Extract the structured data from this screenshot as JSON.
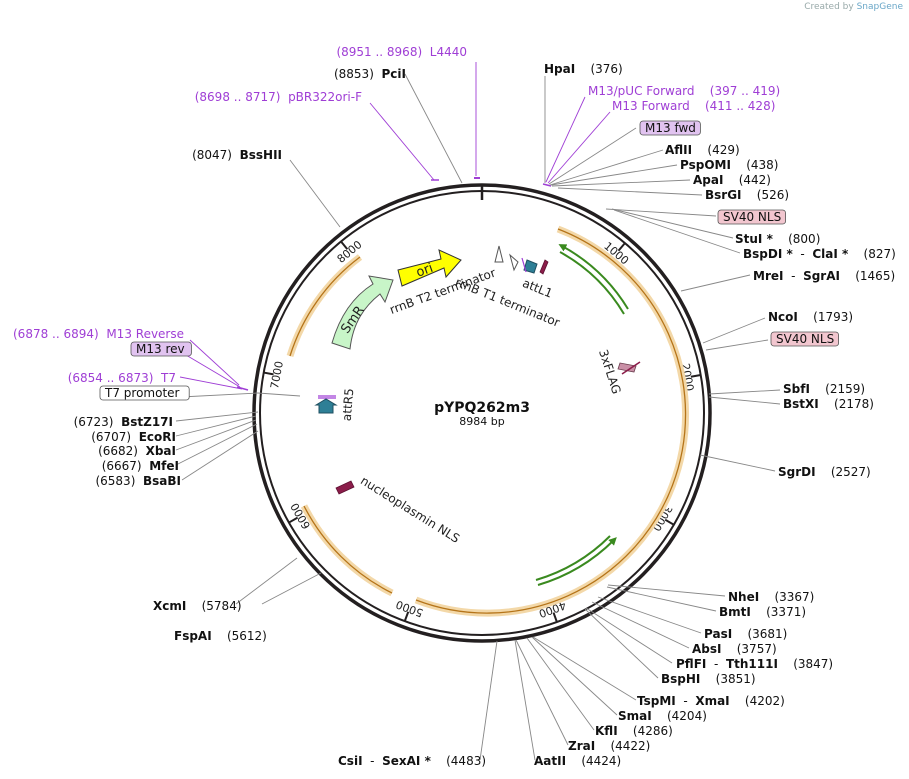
{
  "credit": {
    "prefix": "Created by",
    "brand": "SnapGene"
  },
  "plasmid": {
    "name": "pYPQ262m3",
    "length": "8984 bp"
  },
  "ruler": [
    "1000",
    "2000",
    "3000",
    "4000",
    "5000",
    "6000",
    "7000",
    "8000"
  ],
  "features": {
    "ori": "ori",
    "smr": "SmR",
    "rrnb_t2": "rrnB T2 terminator",
    "rrnb_t1": "rrnB T1 terminator",
    "attl1": "attL1",
    "attr5": "attR5",
    "flag": "3xFLAG",
    "nucleoplasmin": "nucleoplasmin NLS"
  },
  "labels": {
    "l4440": {
      "name": "L4440",
      "pos": "(8951 .. 8968)"
    },
    "pcii": {
      "name": "PciI",
      "pos": "(8853)"
    },
    "pbr": {
      "name": "pBR322ori-F",
      "pos": "(8698 .. 8717)"
    },
    "bsshii": {
      "name": "BssHII",
      "pos": "(8047)"
    },
    "hpai": {
      "name": "HpaI",
      "pos": "(376)"
    },
    "m13puc": {
      "name": "M13/pUC Forward",
      "pos": "(397 .. 419)"
    },
    "m13fwd_primer": {
      "name": "M13 Forward",
      "pos": "(411 .. 428)"
    },
    "m13fwd_box": {
      "name": "M13 fwd"
    },
    "aflii": {
      "name": "AflII",
      "pos": "(429)"
    },
    "pspomi": {
      "name": "PspOMI",
      "pos": "(438)"
    },
    "apai": {
      "name": "ApaI",
      "pos": "(442)"
    },
    "bsrgi": {
      "name": "BsrGI",
      "pos": "(526)"
    },
    "sv40a": {
      "name": "SV40 NLS"
    },
    "stui": {
      "name": "StuI *",
      "pos": "(800)"
    },
    "bspdi": {
      "name": "BspDI *",
      "sep": "-",
      "name2": "ClaI *",
      "pos": "(827)"
    },
    "mrei": {
      "name": "MreI",
      "sep": "-",
      "name2": "SgrAI",
      "pos": "(1465)"
    },
    "ncoi": {
      "name": "NcoI",
      "pos": "(1793)"
    },
    "sv40b": {
      "name": "SV40 NLS"
    },
    "sbfi": {
      "name": "SbfI",
      "pos": "(2159)"
    },
    "bstxi": {
      "name": "BstXI",
      "pos": "(2178)"
    },
    "sgrdi": {
      "name": "SgrDI",
      "pos": "(2527)"
    },
    "nhei": {
      "name": "NheI",
      "pos": "(3367)"
    },
    "bmti": {
      "name": "BmtI",
      "pos": "(3371)"
    },
    "pasi": {
      "name": "PasI",
      "pos": "(3681)"
    },
    "absi": {
      "name": "AbsI",
      "pos": "(3757)"
    },
    "pflfi": {
      "name": "PflFI",
      "sep": "-",
      "name2": "Tth111I",
      "pos": "(3847)"
    },
    "bsphi": {
      "name": "BspHI",
      "pos": "(3851)"
    },
    "tspmi": {
      "name": "TspMI",
      "sep": "-",
      "name2": "XmaI",
      "pos": "(4202)"
    },
    "smai": {
      "name": "SmaI",
      "pos": "(4204)"
    },
    "kfli": {
      "name": "KflI",
      "pos": "(4286)"
    },
    "zrai": {
      "name": "ZraI",
      "pos": "(4422)"
    },
    "aatii": {
      "name": "AatII",
      "pos": "(4424)"
    },
    "csii": {
      "name": "CsiI",
      "sep": "-",
      "name2": "SexAI *",
      "pos": "(4483)"
    },
    "fspai": {
      "name": "FspAI",
      "pos": "(5612)"
    },
    "xcmi": {
      "name": "XcmI",
      "pos": "(5784)"
    },
    "m13rev_primer": {
      "name": "M13 Reverse",
      "pos": "(6878 .. 6894)"
    },
    "m13rev_box": {
      "name": "M13 rev"
    },
    "t7": {
      "name": "T7",
      "pos": "(6854 .. 6873)"
    },
    "t7prom": {
      "name": "T7 promoter"
    },
    "bstz17i": {
      "name": "BstZ17I",
      "pos": "(6723)"
    },
    "ecori": {
      "name": "EcoRI",
      "pos": "(6707)"
    },
    "xbai": {
      "name": "XbaI",
      "pos": "(6682)"
    },
    "mfei": {
      "name": "MfeI",
      "pos": "(6667)"
    },
    "bsabi": {
      "name": "BsaBI",
      "pos": "(6583)"
    }
  },
  "colors": {
    "backbone": "#231f20",
    "primer": "#9f3ed5",
    "cds_border": "#e8b96a",
    "green": "#3a8a1f",
    "ori": "#ffff00",
    "smr": "#c8f5c8",
    "misc_feature_box": "#e1c3f0",
    "nls_box": "#f2c6cf"
  }
}
